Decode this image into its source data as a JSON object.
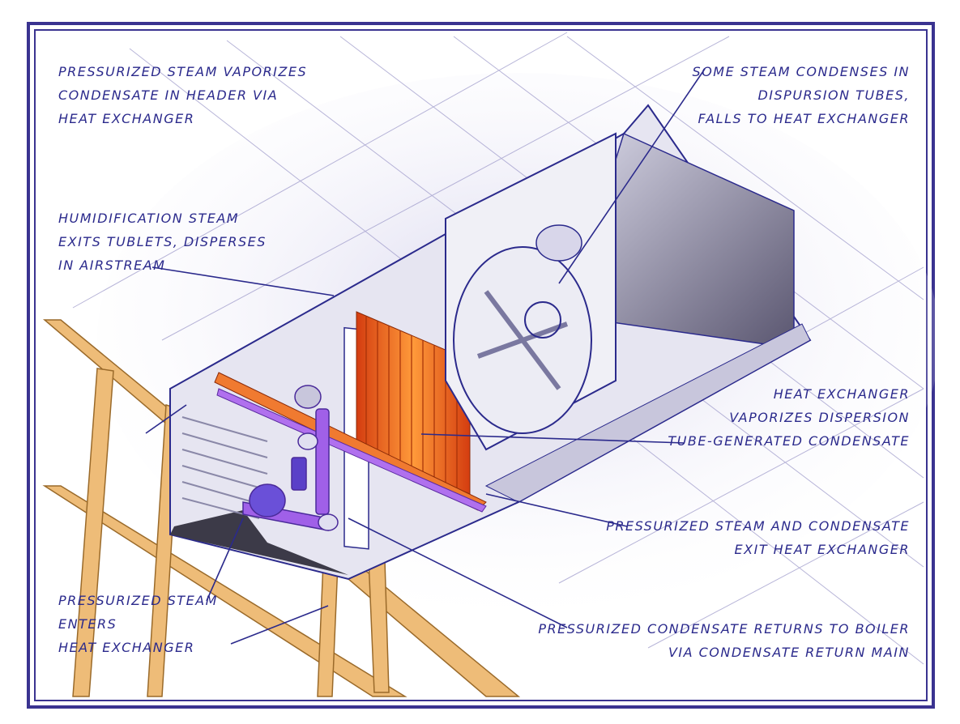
{
  "colors": {
    "ink": "#2b2a8c",
    "frame": "#3a3390",
    "duct": "#9a96c8",
    "framing_wood": "#e8b46a",
    "hot_tubes": "#e8641e",
    "purple_pipe": "#9a55e0"
  },
  "labels": {
    "header_vaporizes": [
      "Pressurized steam vaporizes",
      "condensate in header via",
      "heat exchanger"
    ],
    "dispersion_condenses": [
      "Some steam condenses in",
      "dispursion tubes,",
      "falls to heat exchanger"
    ],
    "humidification_exits": [
      "Humidification steam",
      "exits tublets, disperses",
      "in airstream"
    ],
    "exchanger_vaporizes": [
      "Heat exchanger",
      "vaporizes dispersion",
      "tube-generated condensate"
    ],
    "steam_exit": [
      "Pressurized steam and condensate",
      "exit heat exchanger"
    ],
    "steam_enters": [
      "Pressurized steam",
      "enters",
      "heat exchanger"
    ],
    "condensate_returns": [
      "Pressurized condensate returns to boiler",
      "via condensate return main"
    ]
  }
}
